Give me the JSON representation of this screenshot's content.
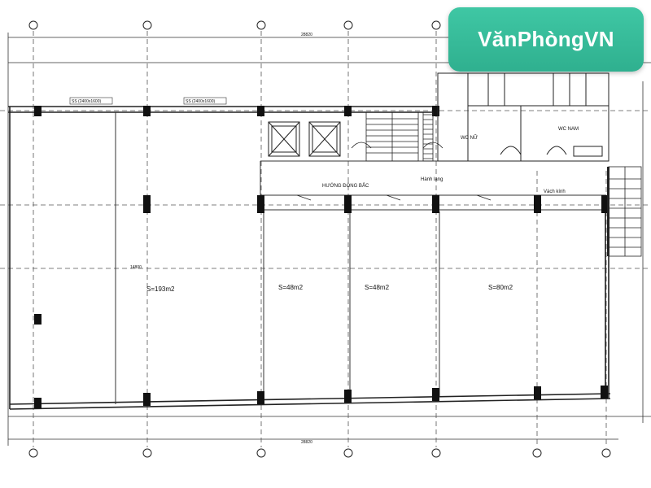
{
  "brand": {
    "text": "VănPhòngVN",
    "bg": "#34b894",
    "fg": "#ffffff"
  },
  "labels": {
    "corridor_direction": "HƯỚNG ĐÔNG BẮC",
    "corridor": "Hành lang",
    "glass_wall": "Vách kính",
    "wc_female": "WC NỮ",
    "wc_male": "WC NAM"
  },
  "areas": [
    "S=193m2",
    "S=48m2",
    "S=48m2",
    "S=80m2"
  ],
  "windows": [
    "SS (2400x1600)",
    "SS (2400x1600)"
  ],
  "dimensions": {
    "top": "28820",
    "bottom": "28820",
    "depth": "14800"
  },
  "colors": {
    "line": "#222222",
    "column": "#111111",
    "grid": "#555555"
  }
}
